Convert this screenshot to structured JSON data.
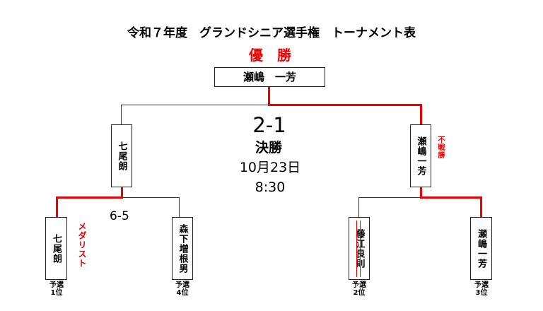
{
  "title": "令和７年度　グランドシニア選手権　トーナメント表",
  "champion_label": "優　勝",
  "champion": "瀬嶋　一芳",
  "final": {
    "score": "2-1",
    "label": "決勝",
    "date": "10月23日",
    "time": "8:30"
  },
  "semifinal_left": {
    "name": "七尾朗",
    "score": "6-5"
  },
  "semifinal_right": {
    "name": "瀬嶋一芳",
    "note": "不戦勝"
  },
  "players": [
    {
      "name": "七尾朗",
      "seed1": "予選",
      "seed2": "1位",
      "note": "メダリスト"
    },
    {
      "name": "森下増根男",
      "seed1": "予選",
      "seed2": "4位"
    },
    {
      "name": "藤江良則",
      "seed1": "予選",
      "seed2": "2位"
    },
    {
      "name": "瀬嶋一芳",
      "seed1": "予選",
      "seed2": "3位"
    }
  ],
  "colors": {
    "winner_line": "#e00000",
    "line": "#333333"
  }
}
